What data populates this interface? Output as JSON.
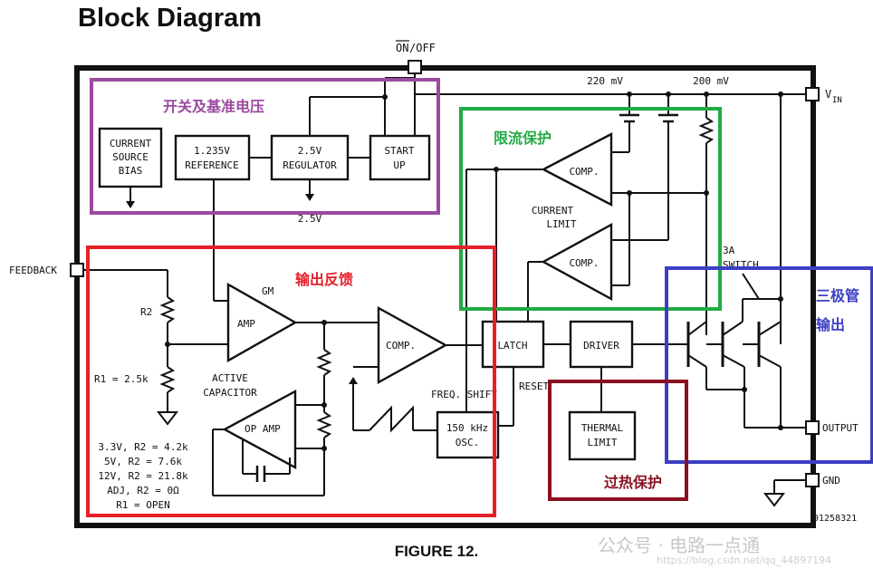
{
  "title": "Block Diagram",
  "caption": "FIGURE 12.",
  "code": "01258321",
  "watermark": "公众号 · 电路一点通",
  "watermark_url": "https://blog.csdn.net/qq_44897194",
  "pins": {
    "on_off_a": "ON",
    "on_off_b": "/OFF",
    "vin": "V",
    "vin_sub": "IN",
    "feedback": "FEEDBACK",
    "output": "OUTPUT",
    "gnd": "GND"
  },
  "blocks": {
    "current_source": [
      "CURRENT",
      "SOURCE",
      "BIAS"
    ],
    "reference": [
      "1.235V",
      "REFERENCE"
    ],
    "regulator": [
      "2.5V",
      "REGULATOR"
    ],
    "startup": [
      "START",
      "UP"
    ],
    "latch": "LATCH",
    "driver": "DRIVER",
    "thermal": [
      "THERMAL",
      "LIMIT"
    ],
    "osc": [
      "150 kHz",
      "OSC."
    ]
  },
  "labels": {
    "v25": "2.5V",
    "mv220": "220 mV",
    "mv200": "200 mV",
    "comp": "COMP.",
    "current_limit": [
      "CURRENT",
      "LIMIT"
    ],
    "gm": "GM",
    "amp": "AMP",
    "active_capacitor": [
      "ACTIVE",
      "CAPACITOR"
    ],
    "op_amp": "OP AMP",
    "r2": "R2",
    "r1": "R1 = 2.5k",
    "freq_shift": "FREQ. SHIFT",
    "reset": "RESET",
    "switch": [
      "3A",
      "SWITCH"
    ],
    "options": [
      "3.3V, R2 = 4.2k",
      "5V, R2 = 7.6k",
      "12V, R2 = 21.8k",
      "ADJ, R2 = 0Ω",
      "R1 = OPEN"
    ]
  },
  "regions": [
    {
      "label": "开关及基准电压",
      "color": "#9b4a9f"
    },
    {
      "label": "限流保护",
      "color": "#22aa44"
    },
    {
      "label": "输出反馈",
      "color": "#e42029"
    },
    {
      "label": "三极管",
      "label2": "输出",
      "color": "#3b3fc4"
    },
    {
      "label": "过热保护",
      "color": "#8b1020"
    }
  ]
}
